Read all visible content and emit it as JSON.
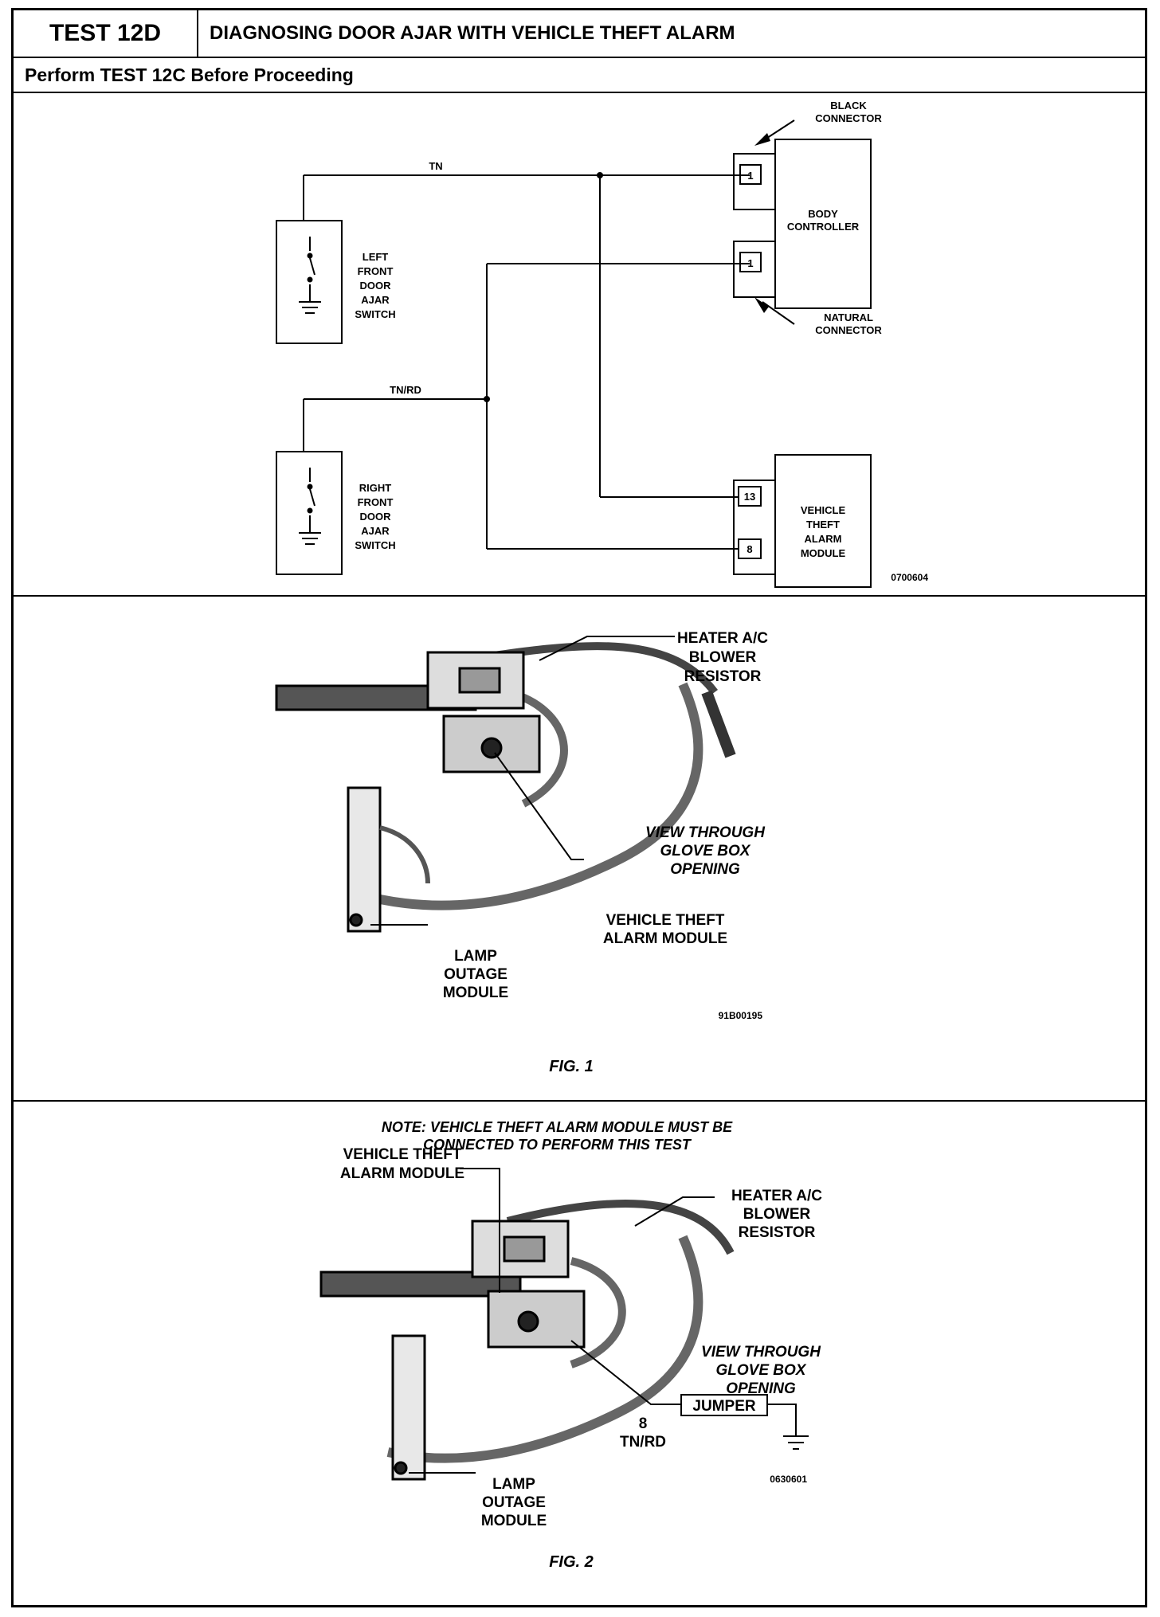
{
  "header": {
    "test_id": "TEST 12D",
    "title": "DIAGNOSING DOOR AJAR WITH VEHICLE THEFT ALARM",
    "prerequisite": "Perform TEST 12C Before Proceeding"
  },
  "wiring_diagram": {
    "wire_tn": "TN",
    "wire_tnrd": "TN/RD",
    "black_connector": [
      "BLACK",
      "CONNECTOR"
    ],
    "natural_connector": [
      "NATURAL",
      "CONNECTOR"
    ],
    "body_controller": [
      "BODY",
      "CONTROLLER"
    ],
    "pin_black": "1",
    "pin_natural": "1",
    "left_switch": [
      "LEFT",
      "FRONT",
      "DOOR",
      "AJAR",
      "SWITCH"
    ],
    "right_switch": [
      "RIGHT",
      "FRONT",
      "DOOR",
      "AJAR",
      "SWITCH"
    ],
    "vtam": [
      "VEHICLE",
      "THEFT",
      "ALARM",
      "MODULE"
    ],
    "pin_13": "13",
    "pin_8": "8",
    "ref": "0700604"
  },
  "fig1": {
    "heater": [
      "HEATER A/C",
      "BLOWER",
      "RESISTOR"
    ],
    "view": [
      "VIEW THROUGH",
      "GLOVE BOX",
      "OPENING"
    ],
    "vtam": [
      "VEHICLE THEFT",
      "ALARM MODULE"
    ],
    "lamp": [
      "LAMP",
      "OUTAGE",
      "MODULE"
    ],
    "ref": "91B00195",
    "caption": "FIG. 1"
  },
  "fig2": {
    "note": [
      "NOTE:  VEHICLE THEFT ALARM MODULE MUST BE",
      "CONNECTED TO PERFORM THIS TEST"
    ],
    "vtam": [
      "VEHICLE THEFT",
      "ALARM MODULE"
    ],
    "heater": [
      "HEATER A/C",
      "BLOWER",
      "RESISTOR"
    ],
    "view": [
      "VIEW THROUGH",
      "GLOVE BOX",
      "OPENING"
    ],
    "jumper": "JUMPER",
    "pin": "8",
    "wire": "TN/RD",
    "lamp": [
      "LAMP",
      "OUTAGE",
      "MODULE"
    ],
    "ref": "0630601",
    "caption": "FIG. 2"
  }
}
